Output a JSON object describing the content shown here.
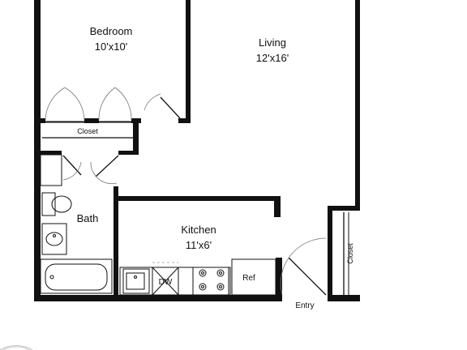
{
  "rooms": {
    "bedroom": {
      "name": "Bedroom",
      "dims": "10'x10'"
    },
    "living": {
      "name": "Living",
      "dims": "12'x16'"
    },
    "kitchen": {
      "name": "Kitchen",
      "dims": "11'x6'"
    },
    "bath": {
      "name": "Bath"
    }
  },
  "labels": {
    "closet_bedroom": "Closet",
    "closet_entry": "Closet",
    "dishwasher": "DW",
    "refrigerator": "Ref",
    "entry": "Entry"
  }
}
